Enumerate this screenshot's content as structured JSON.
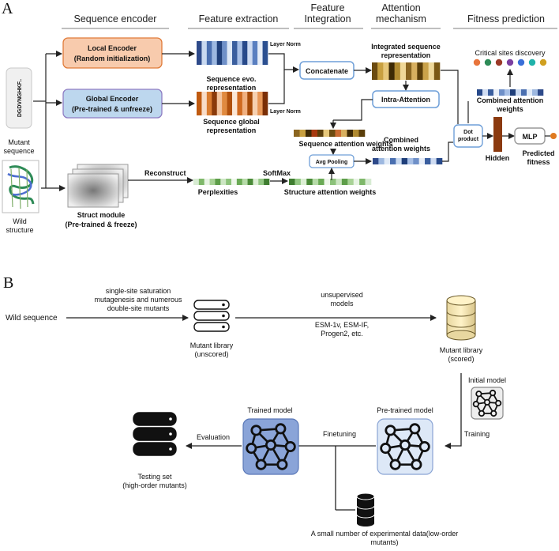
{
  "panel_a": {
    "label": "A",
    "headers": [
      "Sequence encoder",
      "Feature extraction",
      "Feature\nIntegration",
      "Attention\nmechanism",
      "Fitness prediction"
    ],
    "mutant_sequence_text": "DGDVNGHKF..",
    "mutant_sequence_label": "Mutant\nsequence",
    "wild_structure_label": "Wild\nstructure",
    "local_encoder": {
      "line1": "Local Encoder",
      "line2": "(Random initialization)"
    },
    "global_encoder": {
      "line1": "Global Encoder",
      "line2": "(Pre-trained & unfreeze)"
    },
    "struct_module": {
      "line1": "Struct module",
      "line2": "(Pre-trained & freeze)"
    },
    "layer_norm_1": "Layer Norm",
    "layer_norm_2": "Layer Norm",
    "seq_evo": "Sequence evo.\nrepresentation",
    "seq_global": "Sequence global\nrepresentation",
    "concatenate": "Concatenate",
    "integrated": "Integrated sequence\nrepresentation",
    "intra_attention": "Intra-Attention",
    "seq_attention_weights": "Sequence attention weights",
    "avg_pooling": "Avg Pooling",
    "combined_attention_mid": "Combined\nattention weights",
    "reconstruct": "Reconstruct",
    "softmax": "SoftMax",
    "perplexities": "Perplexities",
    "structure_attention_weights": "Structure attention weights",
    "dot_product": "Dot\nproduct",
    "hidden": "Hidden",
    "mlp": "MLP",
    "predicted_fitness": "Predicted\nfitness",
    "critical_sites": "Critical sites discovery",
    "combined_attention_right": "Combined attention\nweights",
    "colors": {
      "local_fill": "#f8cbad",
      "local_stroke": "#e07b39",
      "global_fill": "#bdd7ee",
      "global_stroke": "#8e7cc3",
      "box_stroke": "#6f9fd8",
      "hidden": "#8b3a0f",
      "dot_orange": "#e07b20"
    },
    "critical_dot_colors": [
      "#e8743b",
      "#2e8b57",
      "#9b3a28",
      "#7b3fa0",
      "#3a6fd8",
      "#20b2aa",
      "#d0a020"
    ]
  },
  "panel_b": {
    "label": "B",
    "wild_sequence": "Wild sequence",
    "mutagenesis": "single-site saturation\nmutagenesis and numerous\ndouble-site mutants",
    "mutant_library_unscored": "Mutant library\n(unscored)",
    "unsupervised_models": "unsupervised\nmodels",
    "esm_models": "ESM-1v, ESM-IF,\nProgen2, etc.",
    "mutant_library_scored": "Mutant library\n(scored)",
    "initial_model": "Initial model",
    "training": "Training",
    "pretrained_model": "Pre-trained model",
    "finetuning": "Finetuning",
    "trained_model": "Trained model",
    "evaluation": "Evaluation",
    "testing_set": "Testing set\n(high-order mutants)",
    "experimental_data": "A small number of experimental data(low-order\nmutants)"
  }
}
